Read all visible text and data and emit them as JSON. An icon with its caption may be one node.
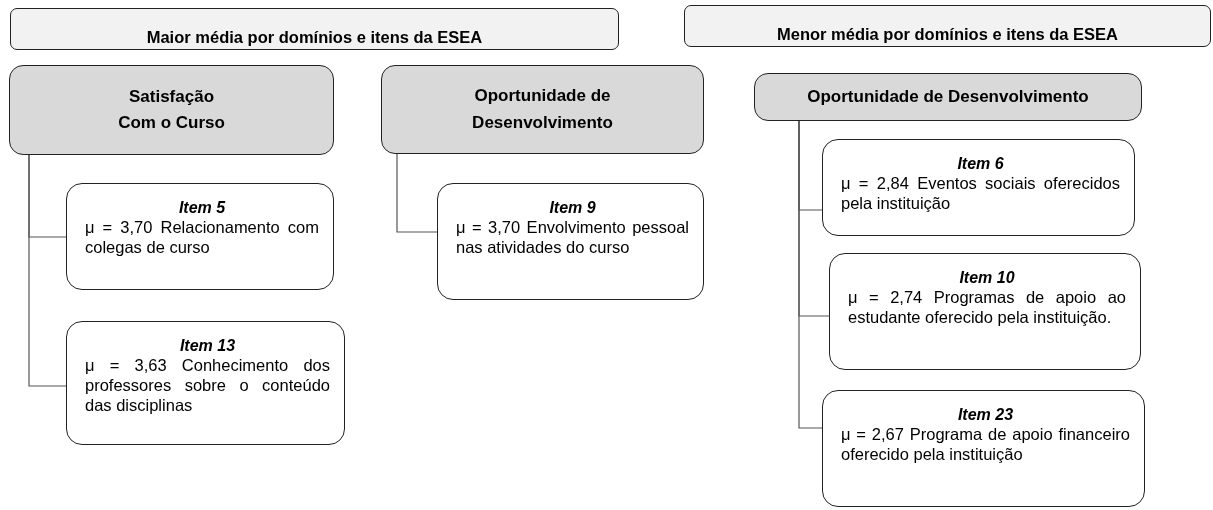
{
  "diagram": {
    "nodes": [
      {
        "text": [
          "Maior média por domínios e itens da ESEA"
        ]
      },
      {
        "text": [
          "Menor média por domínios e itens da ESEA"
        ]
      },
      {
        "text": [
          "Satisfação Com o Curso"
        ]
      },
      {
        "text": [
          "Oportunidade de Desenvolvimento"
        ]
      },
      {
        "text": [
          "Item 5",
          "μ = 3,70 Relacionamento com colegas de curso"
        ]
      },
      {
        "text": [
          "Item 13",
          "μ = 3,63 Conhecimento dos professores sobre o conteúdo das disciplinas"
        ]
      },
      {
        "text": [
          "Item 9",
          "μ = 3,70 Envolvimento pessoal nas atividades do curso"
        ]
      },
      {
        "text": [
          "Oportunidade de Desenvolvimento"
        ]
      },
      {
        "text": [
          "Item 6",
          "μ = 2,84 Eventos sociais oferecidos pela instituição"
        ]
      },
      {
        "text": [
          "Item 10",
          "μ = 2,74 Programas de apoio ao estudante oferecido pela instituição."
        ]
      },
      {
        "text": [
          "Item 23",
          "μ = 2,67 Programa de apoio financeiro oferecido pela instituição"
        ]
      }
    ],
    "edges": [
      {
        "from": 2,
        "to": 4,
        "arrow": "none"
      },
      {
        "from": 2,
        "to": 5,
        "arrow": "none"
      },
      {
        "from": 3,
        "to": 6,
        "arrow": "none"
      },
      {
        "from": 7,
        "to": 8,
        "arrow": "none"
      },
      {
        "from": 7,
        "to": 9,
        "arrow": "none"
      },
      {
        "from": 7,
        "to": 10,
        "arrow": "none"
      }
    ]
  }
}
